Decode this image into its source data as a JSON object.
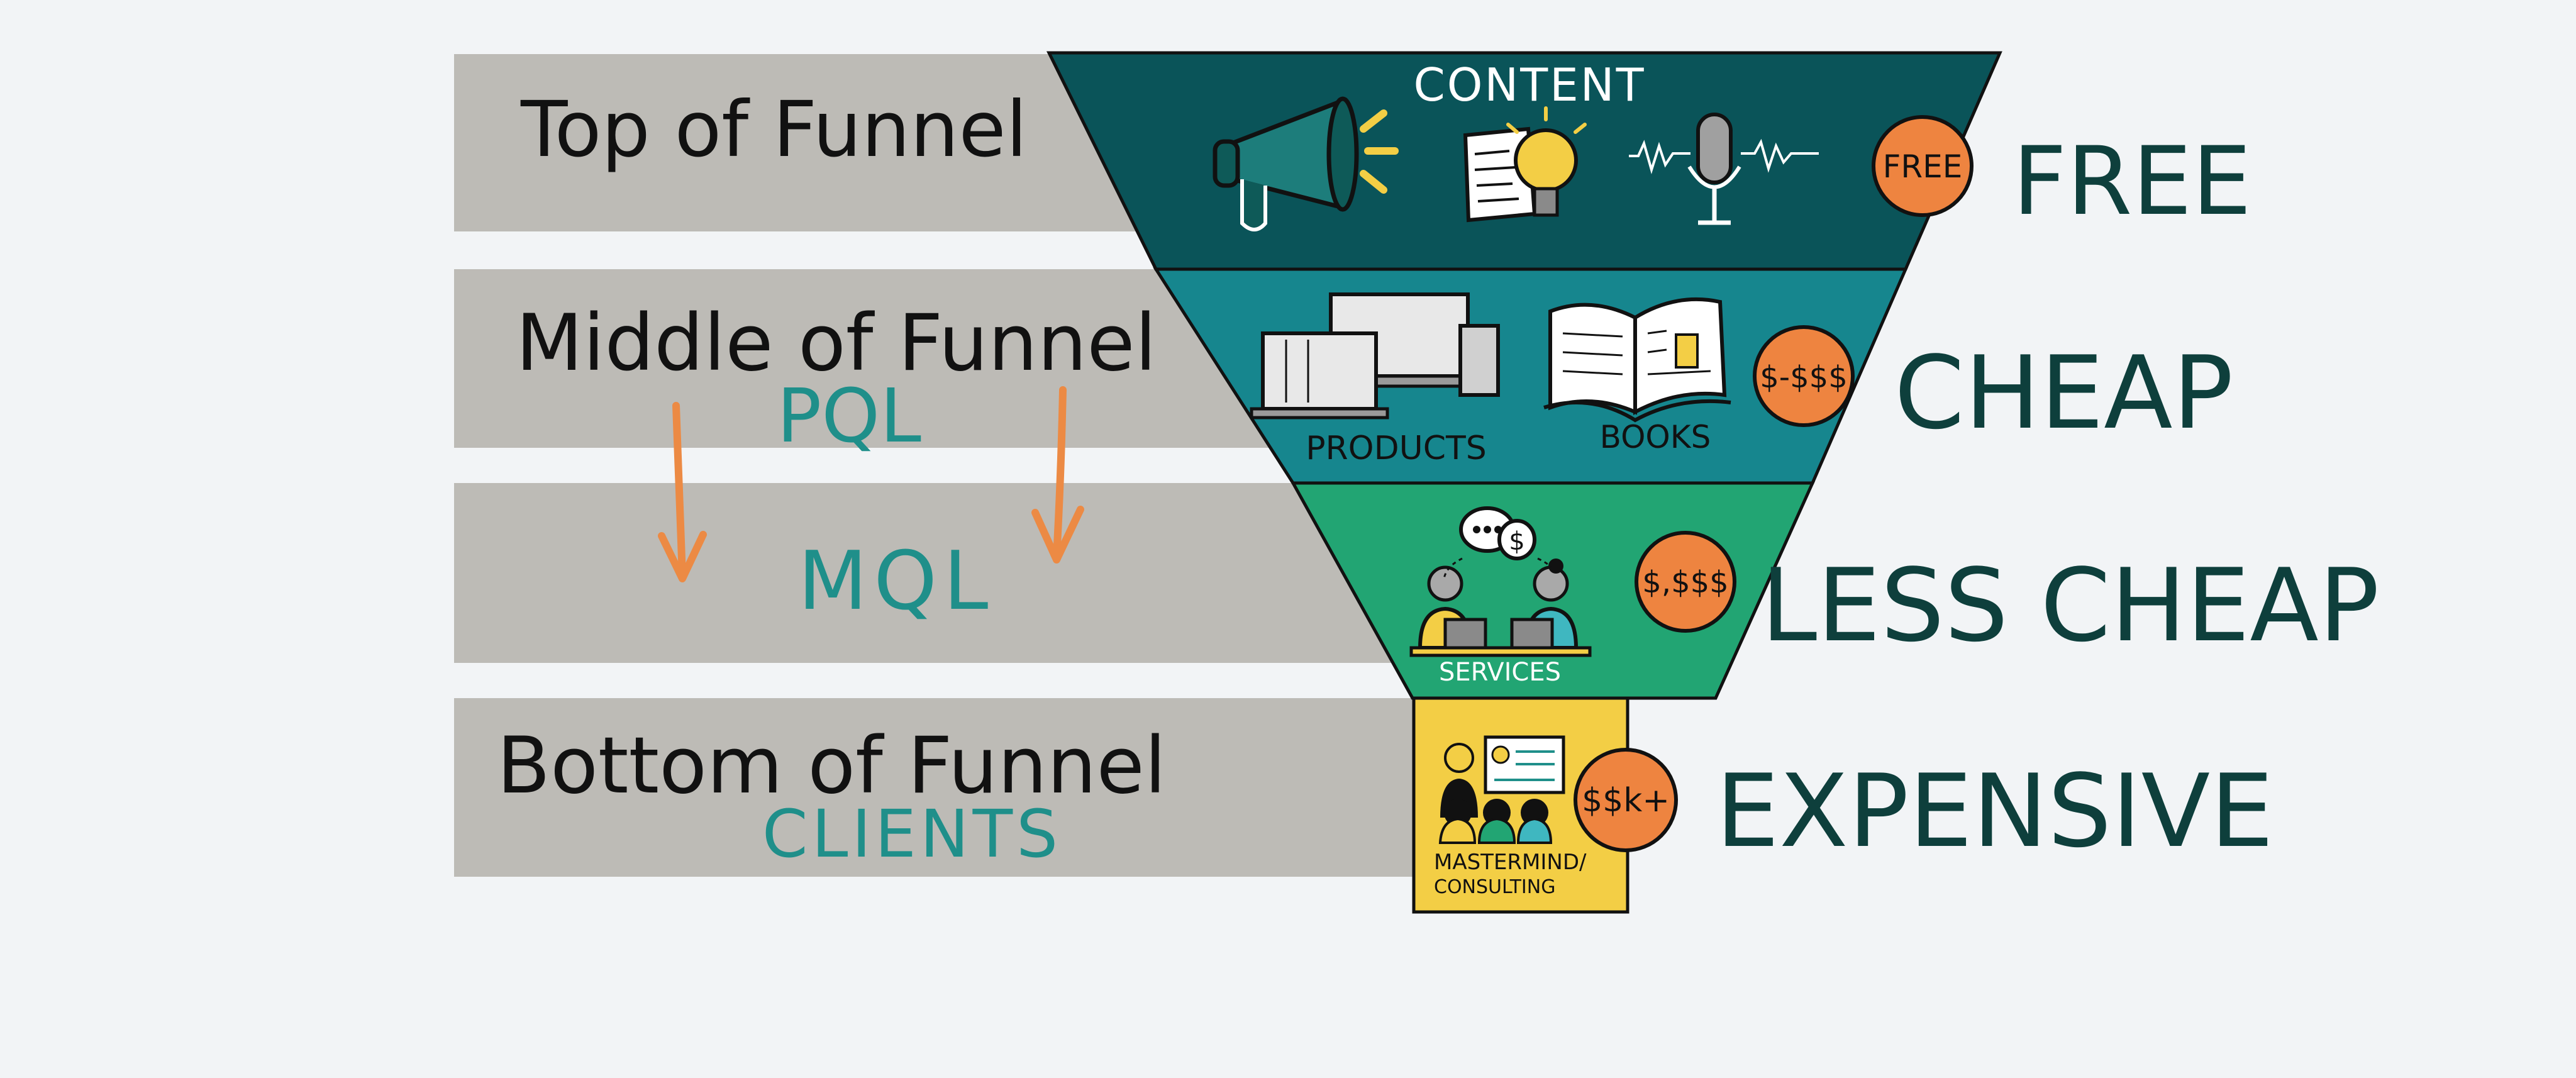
{
  "colors": {
    "background": "#f2f4f6",
    "band": "#bdbbb6",
    "top_tier": "#0a5459",
    "middle_tier": "#16868e",
    "services_tier": "#22a573",
    "bottom_tier": "#f3ce45",
    "price_badge": "#ee8440",
    "accent_teal": "#1f8f8a",
    "arrow_orange": "#ec8a44",
    "price_word": "#0e3f3c",
    "ink": "#111111"
  },
  "bands": [
    {
      "title": "Top of Funnel",
      "subtitle": ""
    },
    {
      "title": "Middle of Funnel",
      "subtitle": "PQL"
    },
    {
      "title": "",
      "subtitle": "MQL"
    },
    {
      "title": "Bottom of Funnel",
      "subtitle": "CLIENTS"
    }
  ],
  "funnel": {
    "top": {
      "label": "CONTENT",
      "icons": [
        "megaphone-icon",
        "idea-document-icon",
        "podcast-microphone-icon"
      ]
    },
    "middle": {
      "labels": [
        "PRODUCTS",
        "BOOKS"
      ],
      "icons": [
        "devices-icon",
        "open-book-icon"
      ]
    },
    "services": {
      "label": "SERVICES",
      "icons": [
        "conversation-icon",
        "people-laptops-icon"
      ]
    },
    "bottom": {
      "label_line1": "MASTERMIND/",
      "label_line2": "CONSULTING",
      "icons": [
        "group-meeting-icon"
      ]
    }
  },
  "prices": [
    {
      "badge": "FREE",
      "word": "FREE"
    },
    {
      "badge": "$-$$$",
      "word": "CHEAP"
    },
    {
      "badge": "$,$$$",
      "word": "LESS CHEAP"
    },
    {
      "badge": "$$k+",
      "word": "EXPENSIVE"
    }
  ]
}
